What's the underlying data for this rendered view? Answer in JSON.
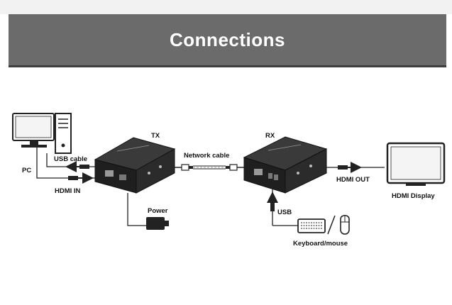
{
  "banner": {
    "title": "Connections"
  },
  "labels": {
    "tx": "TX",
    "rx": "RX",
    "usb_cable": "USB cable",
    "pc": "PC",
    "hdmi_in": "HDMI IN",
    "network_cable": "Network cable",
    "power": "Power",
    "hdmi_out": "HDMI OUT",
    "hdmi_display": "HDMI Display",
    "usb": "USB",
    "keyboard_mouse": "Keyboard/mouse"
  },
  "colors": {
    "banner": "#6b6b6b",
    "line": "#222222",
    "device": "#2b2b2b"
  }
}
